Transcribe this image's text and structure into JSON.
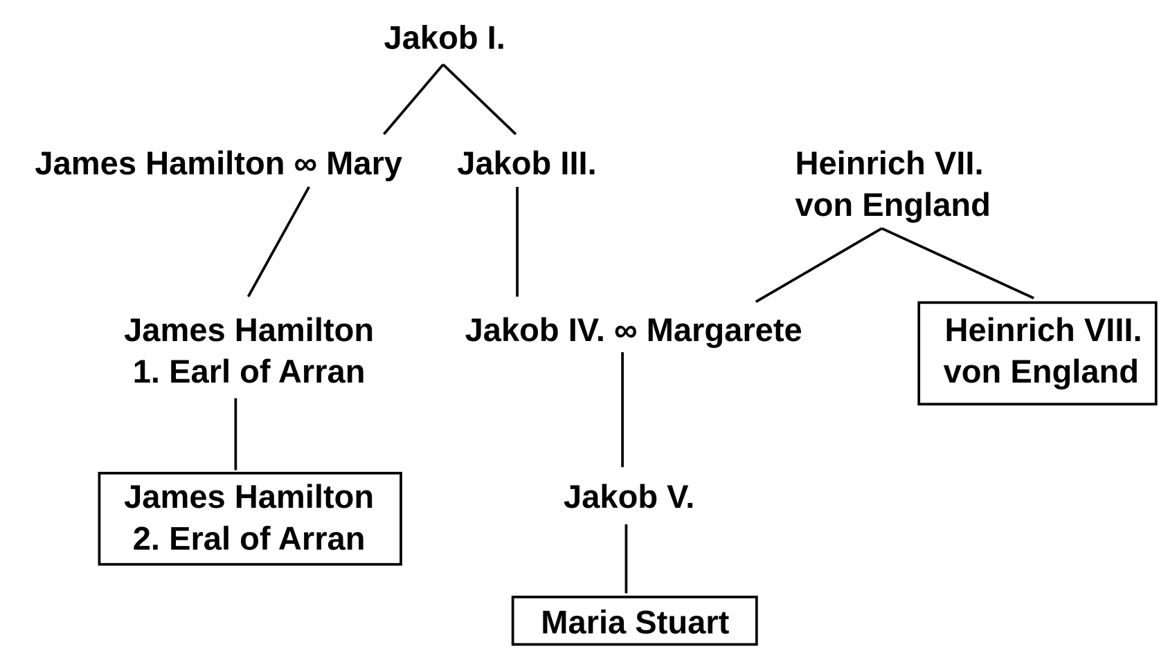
{
  "title": "Stammbaum",
  "nodes": {
    "jakob1": "Jakob I.",
    "hamilton_mary": "James Hamilton ∞ Mary",
    "jakob3": "Jakob III.",
    "heinrich7_l1": "Heinrich VII.",
    "heinrich7_l2": "von England",
    "hamilton1_l1": "James Hamilton",
    "hamilton1_l2": "1. Earl of Arran",
    "jakob4_margarete": "Jakob IV. ∞ Margarete",
    "heinrich8_l1": "Heinrich VIII.",
    "heinrich8_l2": "von England",
    "hamilton2_l1": "James Hamilton",
    "hamilton2_l2": "2. Eral of Arran",
    "jakob5": "Jakob V.",
    "maria": "Maria Stuart"
  },
  "colors": {
    "line": "#000000",
    "background": "#ffffff"
  }
}
